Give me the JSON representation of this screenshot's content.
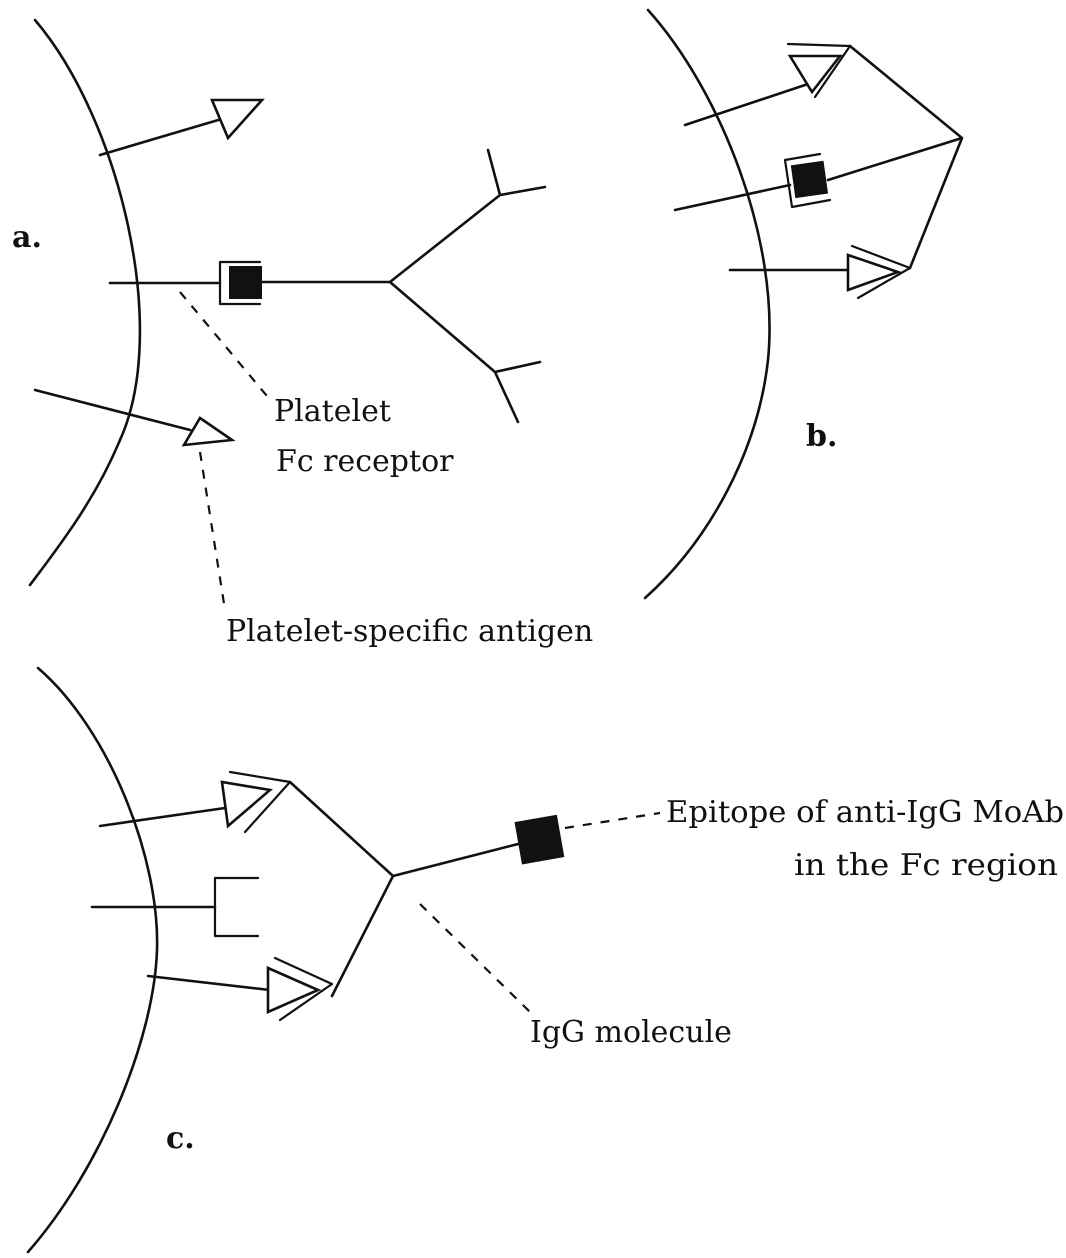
{
  "panels": {
    "a": "a.",
    "b": "b.",
    "c": "c."
  },
  "labels": {
    "fc_receptor_line1": "Platelet",
    "fc_receptor_line2": "Fc receptor",
    "specific_antigen": "Platelet-specific antigen",
    "epitope_line1": "Epitope of anti-IgG MoAb",
    "epitope_line2": "in the Fc region",
    "igg_molecule": "IgG molecule"
  },
  "colors": {
    "ink": "#111111",
    "background": "#ffffff"
  }
}
